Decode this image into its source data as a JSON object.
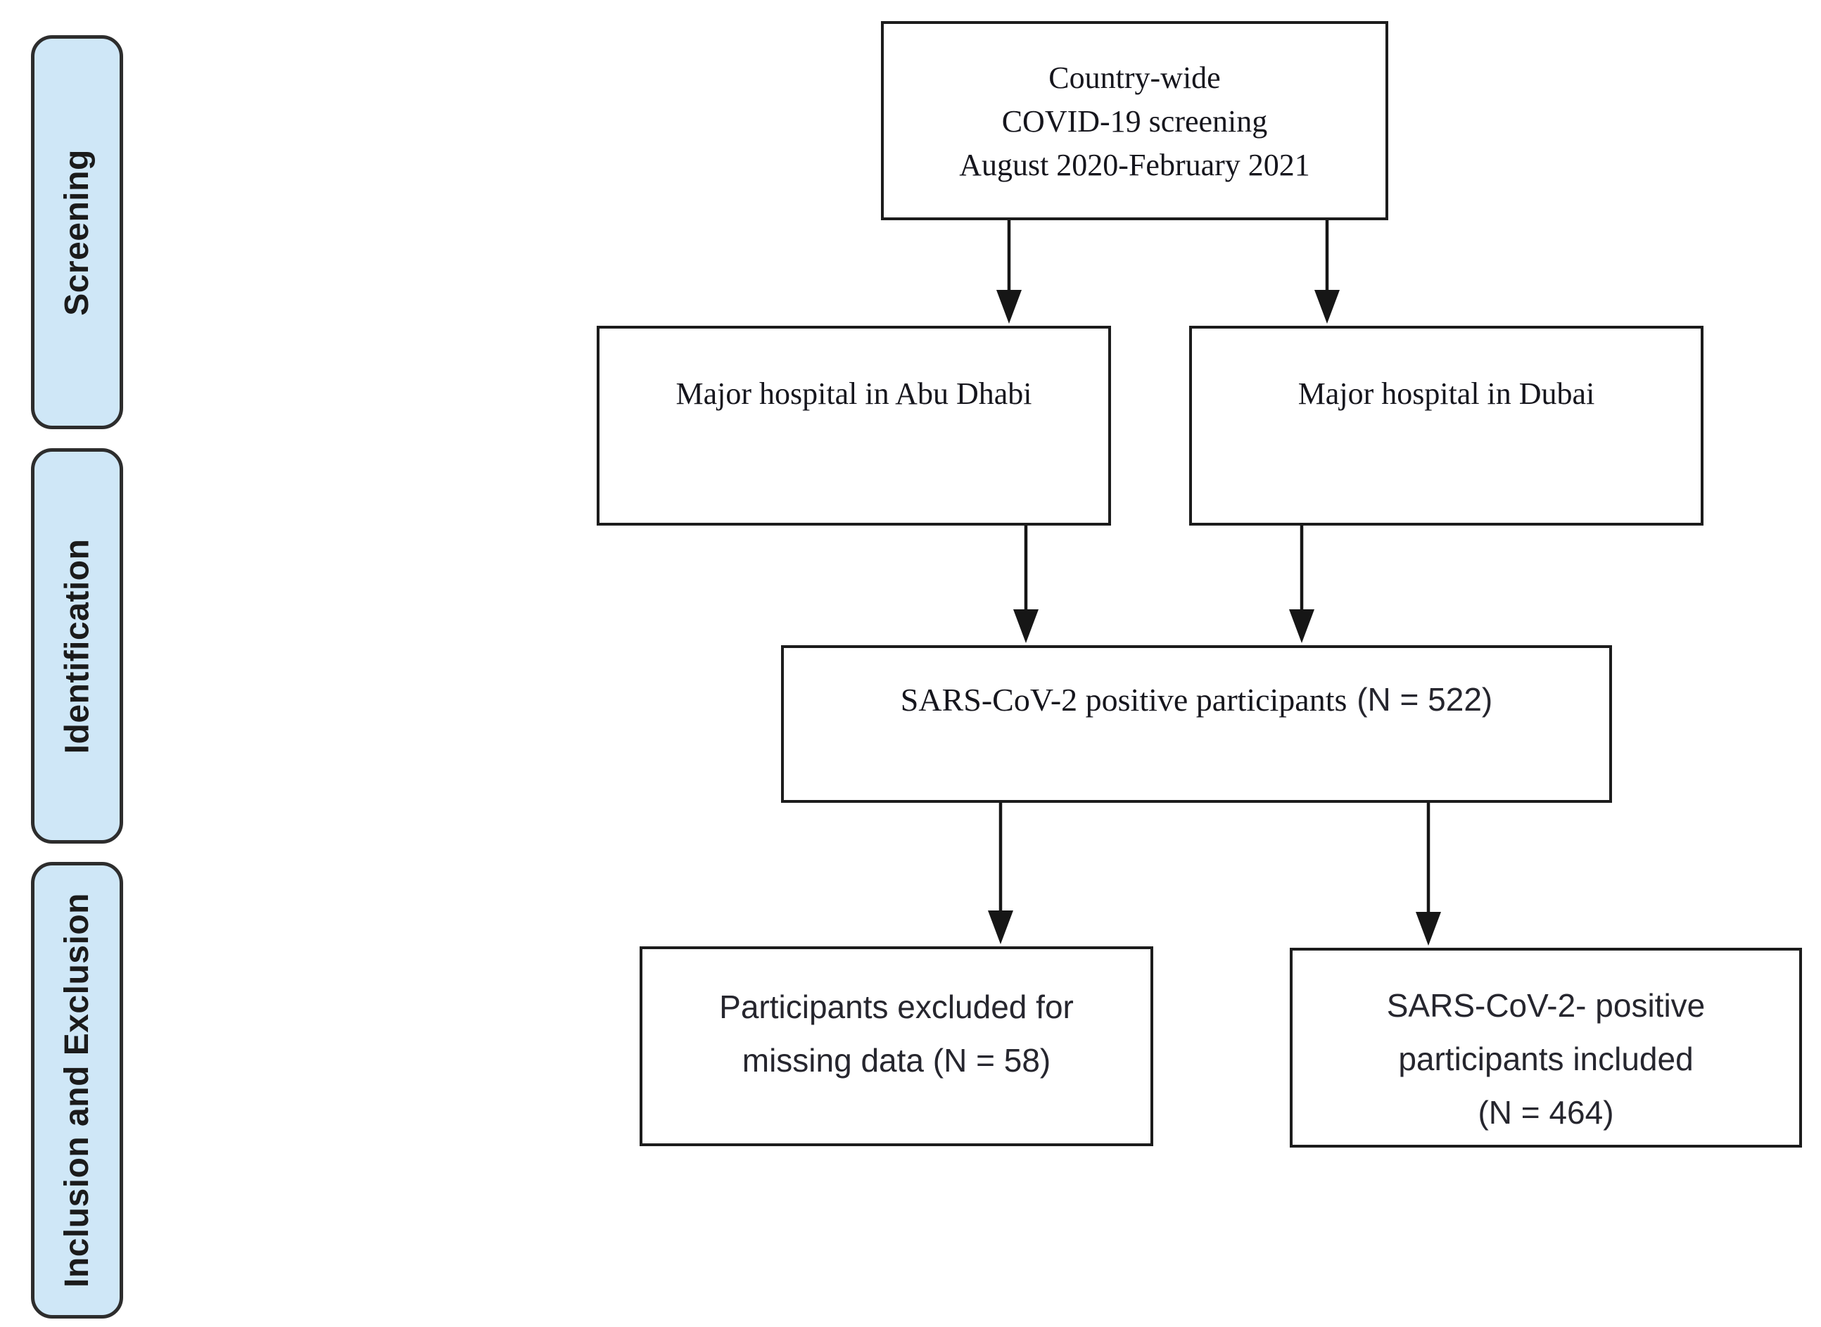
{
  "colors": {
    "stage_fill": "#cfe7f7",
    "stage_border": "#2d2d2d",
    "box_border": "#1c1c1c",
    "text": "#16161d",
    "arrow": "#161616",
    "background": "#ffffff"
  },
  "stages": [
    {
      "label": "Screening"
    },
    {
      "label": "Identification"
    },
    {
      "label": "Inclusion and Exclusion"
    }
  ],
  "boxes": {
    "screening_source": {
      "lines": [
        "Country-wide",
        "COVID-19 screening",
        "August 2020-February 2021"
      ]
    },
    "hospital_abu_dhabi": {
      "text": "Major hospital in Abu Dhabi"
    },
    "hospital_dubai": {
      "text": "Major hospital in Dubai"
    },
    "positive_participants": {
      "text_main": "SARS-CoV-2 positive participants",
      "text_n": "(N = 522)"
    },
    "excluded": {
      "lines": [
        "Participants excluded for",
        "missing data (N = 58)"
      ]
    },
    "included": {
      "lines": [
        "SARS-CoV-2- positive",
        "participants included",
        "(N = 464)"
      ]
    }
  }
}
